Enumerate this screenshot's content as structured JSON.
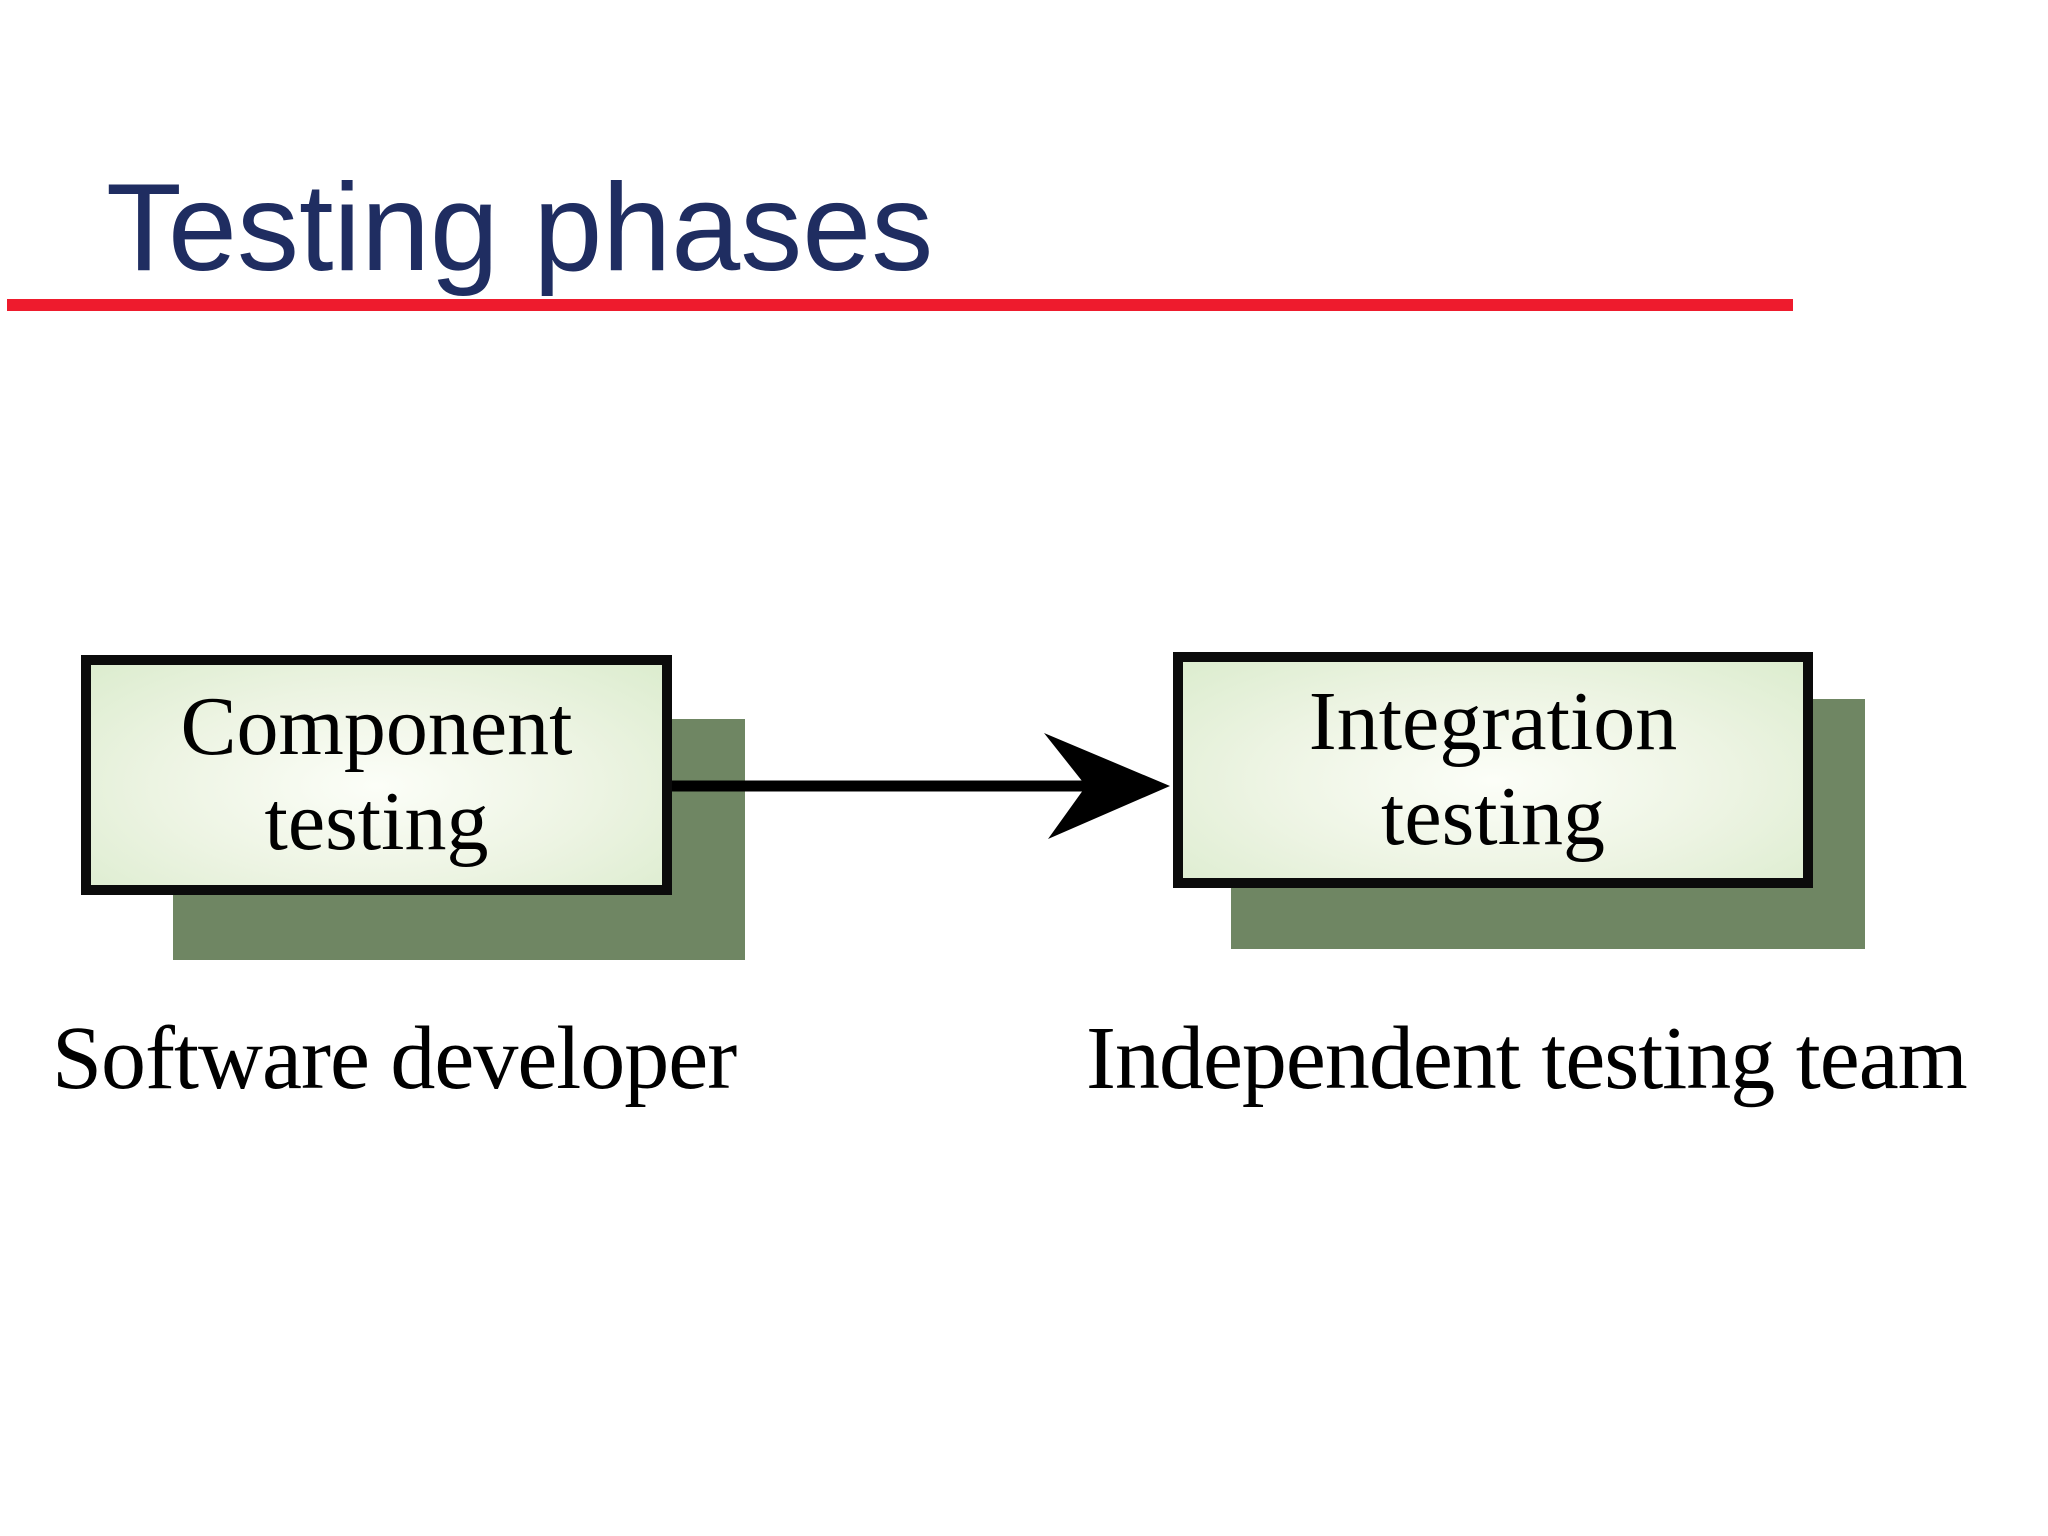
{
  "slide": {
    "title": "Testing phases"
  },
  "colors": {
    "background": "#ffffff",
    "title": "#1F2D61",
    "rule": "#EE1B2D",
    "text": "#000000",
    "box-border": "#0b0b0b",
    "box-fill-center": "#fcfef8",
    "box-fill-mid": "#edf4e3",
    "box-fill-edge": "#d9ebcb",
    "shadow": "#6F8663",
    "arrow": "#000000"
  },
  "diagram": {
    "nodes": [
      {
        "id": "component-testing",
        "lines": [
          "Component",
          "testing"
        ],
        "caption": "Software developer"
      },
      {
        "id": "integration-testing",
        "lines": [
          "Integration",
          "testing"
        ],
        "caption": "Independent testing team"
      }
    ],
    "connector": {
      "from": "component-testing",
      "to": "integration-testing",
      "style": "stealth-arrow"
    }
  }
}
